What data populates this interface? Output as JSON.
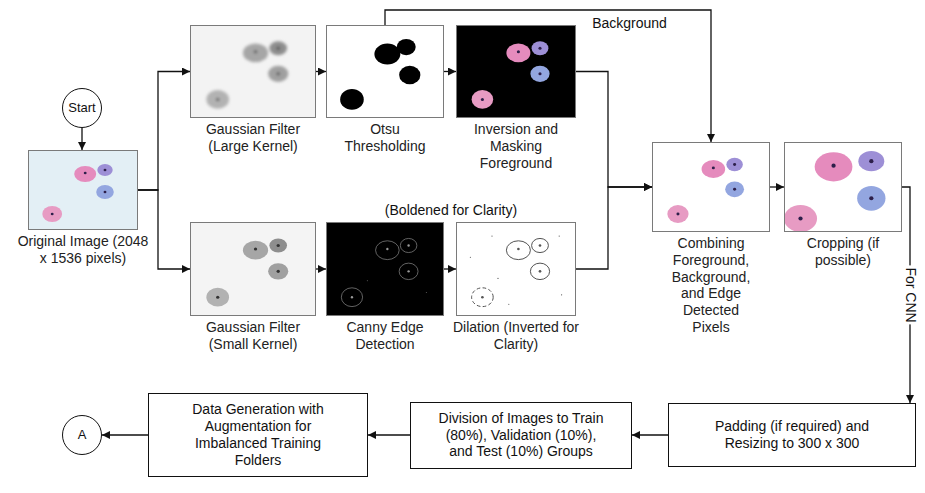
{
  "diagram": {
    "nodes": [
      {
        "text": [
          "Start"
        ]
      },
      {
        "text": [
          "Original Image (2048 x 1536 pixels)"
        ]
      },
      {
        "text": [
          "Gaussian Filter (Large Kernel)"
        ]
      },
      {
        "text": [
          "Otsu Thresholding"
        ]
      },
      {
        "text": [
          "Inversion and Masking Foreground"
        ]
      },
      {
        "text": [
          "Gaussian Filter (Small Kernel)"
        ]
      },
      {
        "text": [
          "Canny Edge Detection"
        ]
      },
      {
        "text": [
          "Dilation (Inverted for Clarity)"
        ]
      },
      {
        "text": [
          "Combining Foreground, Background, and Edge Detected Pixels"
        ]
      },
      {
        "text": [
          "Cropping (if possible)"
        ]
      },
      {
        "text": [
          "Padding (if required) and Resizing to 300 x 300"
        ]
      },
      {
        "text": [
          "Division of Images to Train (80%), Validation (10%), and Test (10%) Groups"
        ]
      },
      {
        "text": [
          "Data Generation with Augmentation for Imbalanced Training Folders"
        ]
      },
      {
        "text": [
          "A"
        ]
      }
    ],
    "edges": [
      {
        "from": 0,
        "to": 1,
        "arrow": "to"
      },
      {
        "from": 1,
        "to": 2,
        "arrow": "to"
      },
      {
        "from": 1,
        "to": 5,
        "arrow": "to"
      },
      {
        "from": 2,
        "to": 3,
        "arrow": "to"
      },
      {
        "from": 3,
        "to": 4,
        "arrow": "to"
      },
      {
        "from": 3,
        "to": 8,
        "label": "Background",
        "arrow": "to"
      },
      {
        "from": 4,
        "to": 8,
        "arrow": "to"
      },
      {
        "from": 5,
        "to": 6,
        "arrow": "to"
      },
      {
        "from": 6,
        "to": 7,
        "arrow": "to"
      },
      {
        "from": 7,
        "to": 8,
        "arrow": "to"
      },
      {
        "from": 8,
        "to": 9,
        "arrow": "to"
      },
      {
        "from": 9,
        "to": 10,
        "label": "For CNN",
        "arrow": "to"
      },
      {
        "from": 10,
        "to": 11,
        "arrow": "to"
      },
      {
        "from": 11,
        "to": 12,
        "arrow": "to"
      },
      {
        "from": 12,
        "to": 13,
        "arrow": "to"
      }
    ],
    "labels": [
      "(Boldened for Clarity)"
    ]
  }
}
